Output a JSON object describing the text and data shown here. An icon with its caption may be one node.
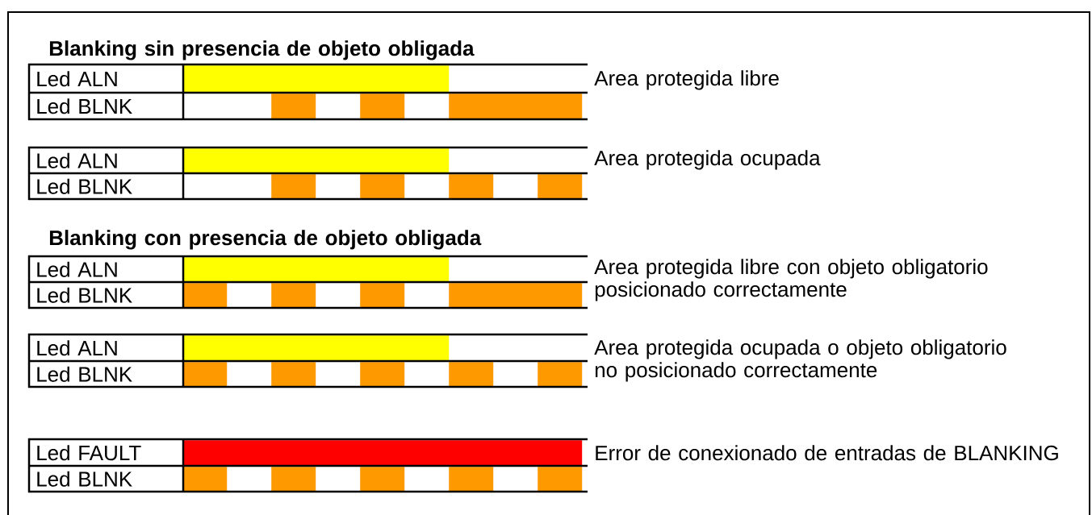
{
  "diagram": {
    "nodes": [
      {
        "text": [
          "Led ALN"
        ]
      },
      {
        "text": [],
        "shape": "bar"
      },
      {
        "text": [
          "Led BLNK"
        ]
      },
      {
        "text": [],
        "shape": "bar"
      },
      {
        "text": [],
        "shape": "bar"
      },
      {
        "text": [],
        "shape": "bar"
      },
      {
        "text": [
          "Led ALN"
        ]
      },
      {
        "text": [],
        "shape": "bar"
      },
      {
        "text": [
          "Led BLNK"
        ]
      },
      {
        "text": [],
        "shape": "bar"
      },
      {
        "text": [],
        "shape": "bar"
      },
      {
        "text": [],
        "shape": "bar"
      },
      {
        "text": [],
        "shape": "bar"
      },
      {
        "text": [
          "Led ALN"
        ]
      },
      {
        "text": [],
        "shape": "bar"
      },
      {
        "text": [
          "Led BLNK"
        ]
      },
      {
        "text": [],
        "shape": "bar"
      },
      {
        "text": [],
        "shape": "bar"
      },
      {
        "text": [],
        "shape": "bar"
      },
      {
        "text": [],
        "shape": "bar"
      },
      {
        "text": [
          "Led ALN"
        ]
      },
      {
        "text": [],
        "shape": "bar"
      },
      {
        "text": [
          "Led BLNK"
        ]
      },
      {
        "text": [],
        "shape": "bar"
      },
      {
        "text": [],
        "shape": "bar"
      },
      {
        "text": [],
        "shape": "bar"
      },
      {
        "text": [],
        "shape": "bar"
      },
      {
        "text": [],
        "shape": "bar"
      },
      {
        "text": [
          "Led FAULT"
        ]
      },
      {
        "text": [],
        "shape": "bar"
      },
      {
        "text": [
          "Led BLNK"
        ]
      },
      {
        "text": [],
        "shape": "bar"
      },
      {
        "text": [],
        "shape": "bar"
      },
      {
        "text": [],
        "shape": "bar"
      },
      {
        "text": [],
        "shape": "bar"
      },
      {
        "text": [],
        "shape": "bar"
      }
    ],
    "labels": [
      "Blanking sin presencia de objeto obligada",
      "Area protegida libre",
      "Area protegida ocupada",
      "Blanking con presencia de objeto obligada",
      "Area protegida libre con objeto obligatorio posicionado correctamente",
      "Area protegida ocupada o objeto obligatorio no posicionado correctamente",
      "Error de conexionado de entradas de BLANKING"
    ]
  }
}
